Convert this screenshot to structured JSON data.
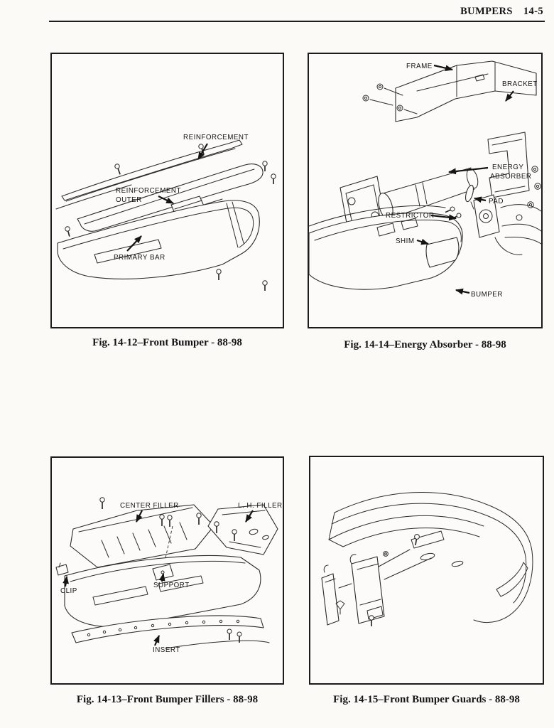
{
  "colors": {
    "paper": "#fbfaf7",
    "ink": "#1c1c1c"
  },
  "header": {
    "title": "BUMPERS",
    "page_number": "14-5"
  },
  "figures": [
    {
      "id": "fig-14-12",
      "caption": "Fig. 14-12–Front Bumper - 88-98",
      "labels": {
        "reinforcement": "REINFORCEMENT",
        "reinforcement_outer_line1": "REINFORCEMENT",
        "reinforcement_outer_line2": "OUTER",
        "primary_bar": "PRIMARY BAR"
      }
    },
    {
      "id": "fig-14-14",
      "caption": "Fig. 14-14–Energy Absorber - 88-98",
      "labels": {
        "frame": "FRAME",
        "bracket": "BRACKET",
        "energy_absorber_line1": "ENERGY",
        "energy_absorber_line2": "ABSORBER",
        "pad": "PAD",
        "restrictor": "RESTRICTOR",
        "shim": "SHIM",
        "bumper": "BUMPER"
      }
    },
    {
      "id": "fig-14-13",
      "caption": "Fig. 14-13–Front Bumper Fillers - 88-98",
      "labels": {
        "center_filler": "CENTER FILLER",
        "lh_filler": "L. H. FILLER",
        "clip": "CLIP",
        "support": "SUPPORT",
        "insert": "INSERT"
      }
    },
    {
      "id": "fig-14-15",
      "caption": "Fig. 14-15–Front Bumper Guards - 88-98",
      "labels": {}
    }
  ]
}
